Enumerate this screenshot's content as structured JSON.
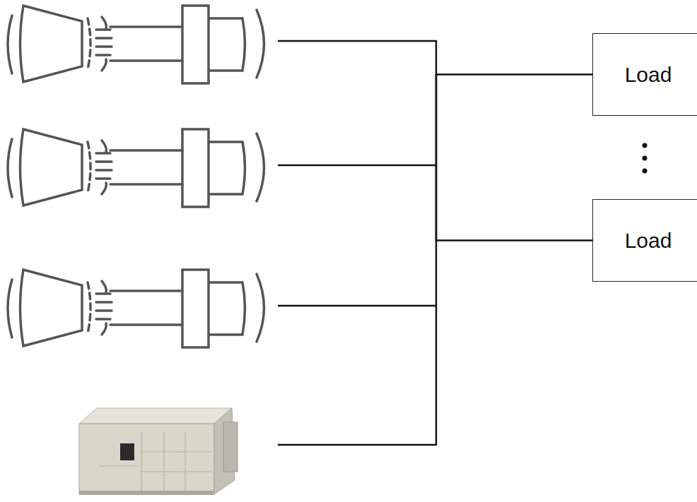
{
  "diagram": {
    "nodes": [
      {
        "text": [
          "Load"
        ]
      },
      {
        "text": [
          "Load"
        ]
      }
    ],
    "edges": [
      {
        "from": 0,
        "to": 1,
        "arrow": "none"
      }
    ]
  }
}
